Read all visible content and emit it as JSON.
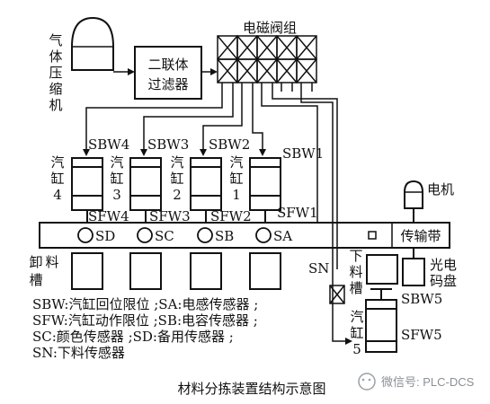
{
  "labels": {
    "compressor_col": [
      "气",
      "体",
      "压",
      "缩",
      "机"
    ],
    "filter_line1": "二联体",
    "filter_line2": "过滤器",
    "valve_group": "电磁阀组",
    "motor": "电机",
    "conveyor": "传输带",
    "photo_line1": "光电",
    "photo_line2": "码盘",
    "unload_col": [
      "卸",
      "料",
      "槽"
    ],
    "feed_col": [
      "下",
      "料",
      "槽"
    ],
    "sn_label": "SN",
    "sbw5": "SBW5",
    "sfw5": "SFW5",
    "cyl5_col": [
      "汽",
      "缸",
      "5"
    ]
  },
  "cylinders": [
    {
      "col": [
        "汽",
        "缸",
        "4"
      ],
      "sbw": "SBW4",
      "sfw": "SFW4",
      "sensor": "SD"
    },
    {
      "col": [
        "汽",
        "缸",
        "3"
      ],
      "sbw": "SBW3",
      "sfw": "SFW3",
      "sensor": "SC"
    },
    {
      "col": [
        "汽",
        "缸",
        "2"
      ],
      "sbw": "SBW2",
      "sfw": "SFW2",
      "sensor": "SB"
    },
    {
      "col": [
        "汽",
        "缸",
        "1"
      ],
      "sbw": "SBW1",
      "sfw": "SFW1",
      "sensor": "SA"
    }
  ],
  "legend": [
    "SBW:汽缸回位限位 ;SA:电感传感器 ;",
    "SFW:汽缸动作限位 ;SB:电容传感器 ;",
    "SC:颜色传感器 ;SD:备用传感器 ;",
    "SN:下料传感器"
  ],
  "caption": "材料分拣装置结构示意图",
  "watermark": "微信号: PLC-DCS"
}
